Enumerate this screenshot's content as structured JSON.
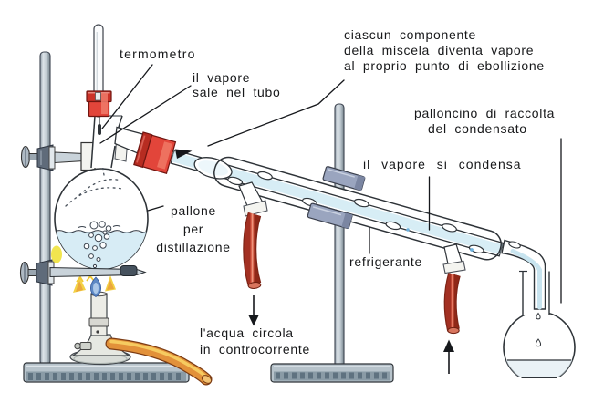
{
  "diagram": {
    "labels": {
      "termometro": {
        "lines": [
          "termometro"
        ]
      },
      "vapore_tubo": {
        "lines": [
          "il vapore",
          "sale nel tubo"
        ]
      },
      "ciascun": {
        "lines": [
          "ciascun componente",
          "della miscela diventa vapore",
          "al proprio punto di ebollizione"
        ]
      },
      "palloncino": {
        "lines": [
          "palloncino di raccolta",
          "del condensato"
        ]
      },
      "vapore_condensa": {
        "lines": [
          "il vapore si condensa"
        ]
      },
      "pallone": {
        "lines": [
          "pallone",
          "per",
          "distillazione"
        ]
      },
      "refrigerante": {
        "lines": [
          "refrigerante"
        ]
      },
      "acqua": {
        "lines": [
          "l'acqua circola",
          "in controcorrente"
        ]
      }
    },
    "colors": {
      "stopper_red": "#e2453a",
      "rubber_tube_red": "#d05540",
      "gas_tube_orange": "#e2913a",
      "glass_tint_blue": "#cde8f2",
      "liquid_blue": "#d7ecf5",
      "stand_gray": "#b7c3cb",
      "clamp_gray": "#9aa5bf",
      "flame_blue": "#5d88c4",
      "flame_yellow": "#f2cf3a",
      "text": "#17181a",
      "background": "#ffffff"
    }
  }
}
